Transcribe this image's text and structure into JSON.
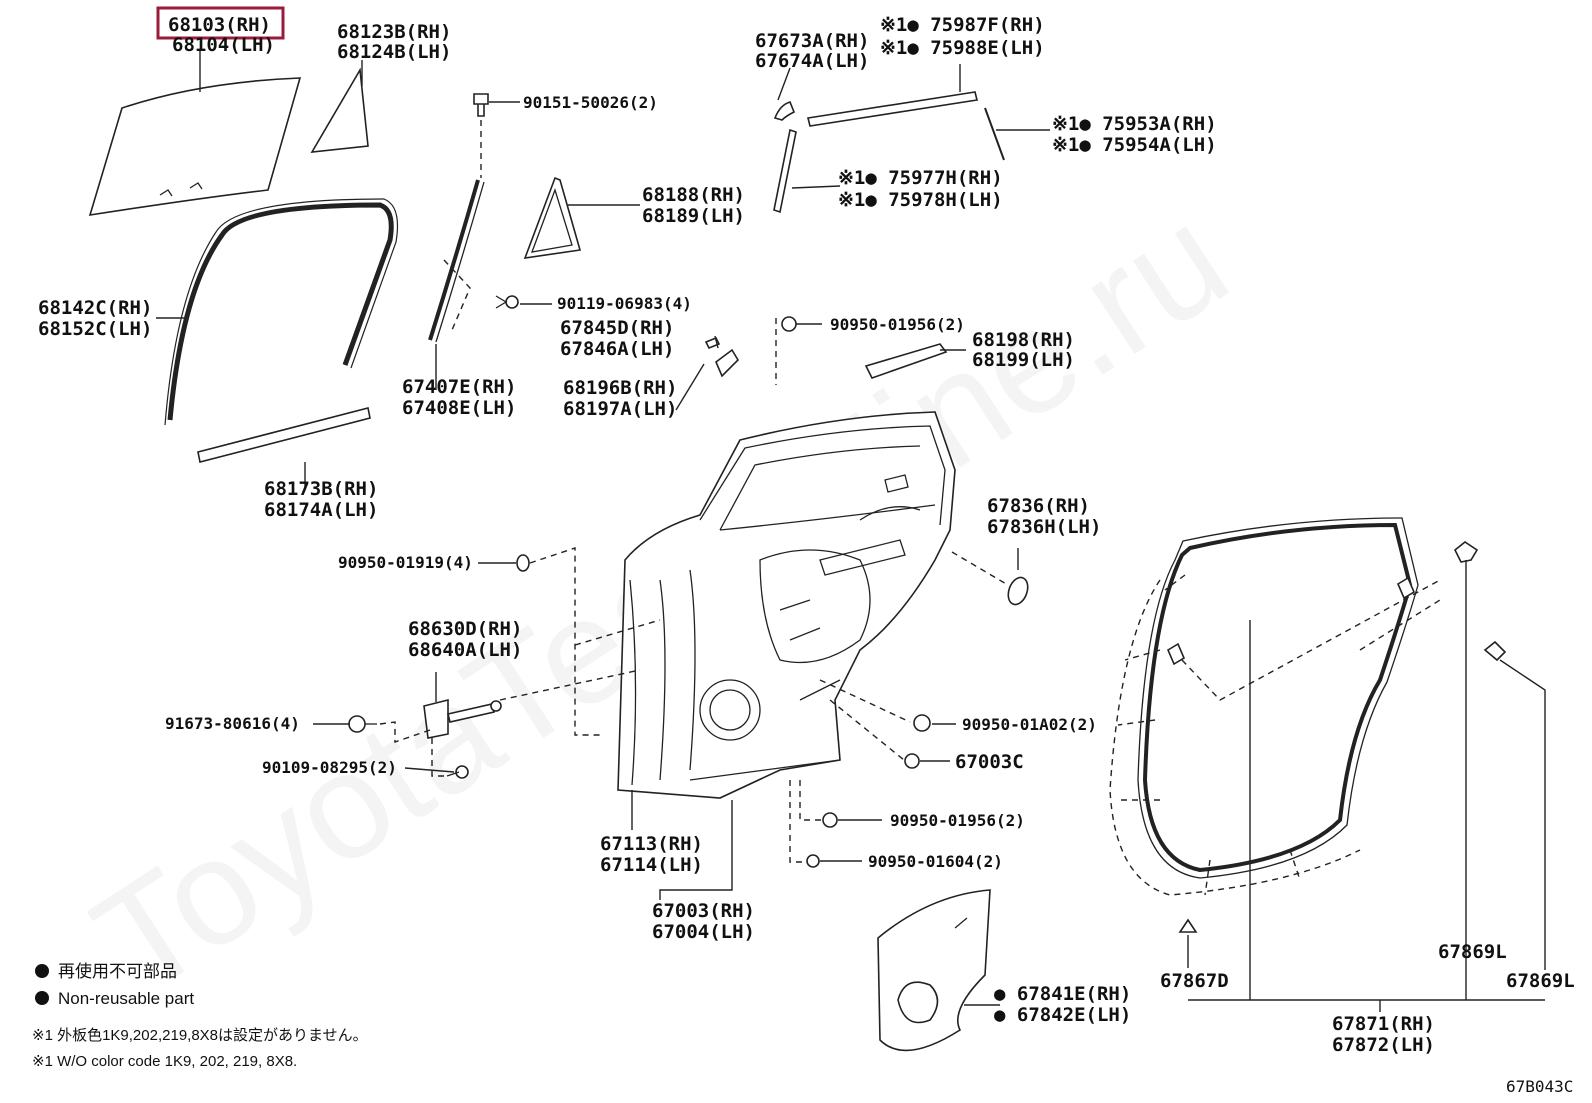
{
  "diagram_code": "67B043C",
  "highlight_label": "68103(RH)",
  "watermark": "ToyotaTeamMine.ru",
  "legend": {
    "nonreusable_jp": "再使用不可部品",
    "nonreusable_en": "Non-reusable part",
    "note_jp": "※1 外板色1K9,202,219,8X8は設定がありません。",
    "note_en": "※1 W/O color code 1K9, 202, 219, 8X8."
  },
  "parts": {
    "p68103": "68103(RH)",
    "p68104": "68104(LH)",
    "p68123": "68123B(RH)",
    "p68124": "68124B(LH)",
    "p90151": "90151-50026(2)",
    "p67673": "67673A(RH)",
    "p67674": "67674A(LH)",
    "p75987": "※1● 75987F(RH)",
    "p75988": "※1● 75988E(LH)",
    "p75953": "※1● 75953A(RH)",
    "p75954": "※1● 75954A(LH)",
    "p75977": "※1● 75977H(RH)",
    "p75978": "※1● 75978H(LH)",
    "p68188": "68188(RH)",
    "p68189": "68189(LH)",
    "p68142": "68142C(RH)",
    "p68152": "68152C(LH)",
    "p90119": "90119-06983(4)",
    "p67845": "67845D(RH)",
    "p67846": "67846A(LH)",
    "p90950_01956a": "90950-01956(2)",
    "p68198": "68198(RH)",
    "p68199": "68199(LH)",
    "p67407": "67407E(RH)",
    "p67408": "67408E(LH)",
    "p68196": "68196B(RH)",
    "p68197": "68197A(LH)",
    "p68173": "68173B(RH)",
    "p68174": "68174A(LH)",
    "p67836rh": "67836(RH)",
    "p67836lh": "67836H(LH)",
    "p90950_01919": "90950-01919(4)",
    "p68630": "68630D(RH)",
    "p68640": "68640A(LH)",
    "p91673": "91673-80616(4)",
    "p90950_01a02": "90950-01A02(2)",
    "p67003c": "67003C",
    "p90109": "90109-08295(2)",
    "p90950_01956b": "90950-01956(2)",
    "p67113": "67113(RH)",
    "p67114": "67114(LH)",
    "p90950_01604": "90950-01604(2)",
    "p67003": "67003(RH)",
    "p67004": "67004(LH)",
    "p67841": "● 67841E(RH)",
    "p67842": "● 67842E(LH)",
    "p67867": "67867D",
    "p67869a": "67869L",
    "p67869b": "67869L",
    "p67871": "67871(RH)",
    "p67872": "67872(LH)"
  }
}
